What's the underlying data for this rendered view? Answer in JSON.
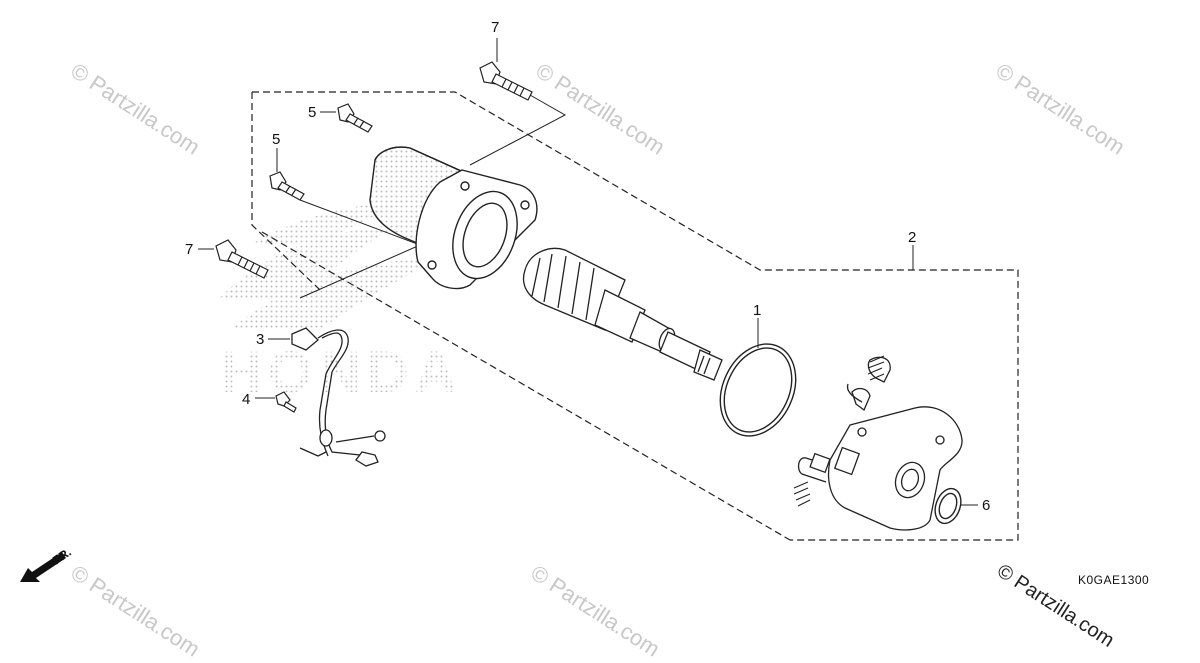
{
  "watermarks": [
    "© Partzilla.com",
    "© Partzilla.com",
    "© Partzilla.com",
    "© Partzilla.com",
    "© Partzilla.com"
  ],
  "watermark_corner": "© Partzilla.com",
  "background_logo_text": "HONDA",
  "front_indicator": "FR.",
  "diagram_code": "K0GAE1300",
  "callouts": [
    {
      "number": "7"
    },
    {
      "number": "5"
    },
    {
      "number": "5"
    },
    {
      "number": "7"
    },
    {
      "number": "3"
    },
    {
      "number": "4"
    },
    {
      "number": "1"
    },
    {
      "number": "2"
    },
    {
      "number": "6"
    }
  ]
}
